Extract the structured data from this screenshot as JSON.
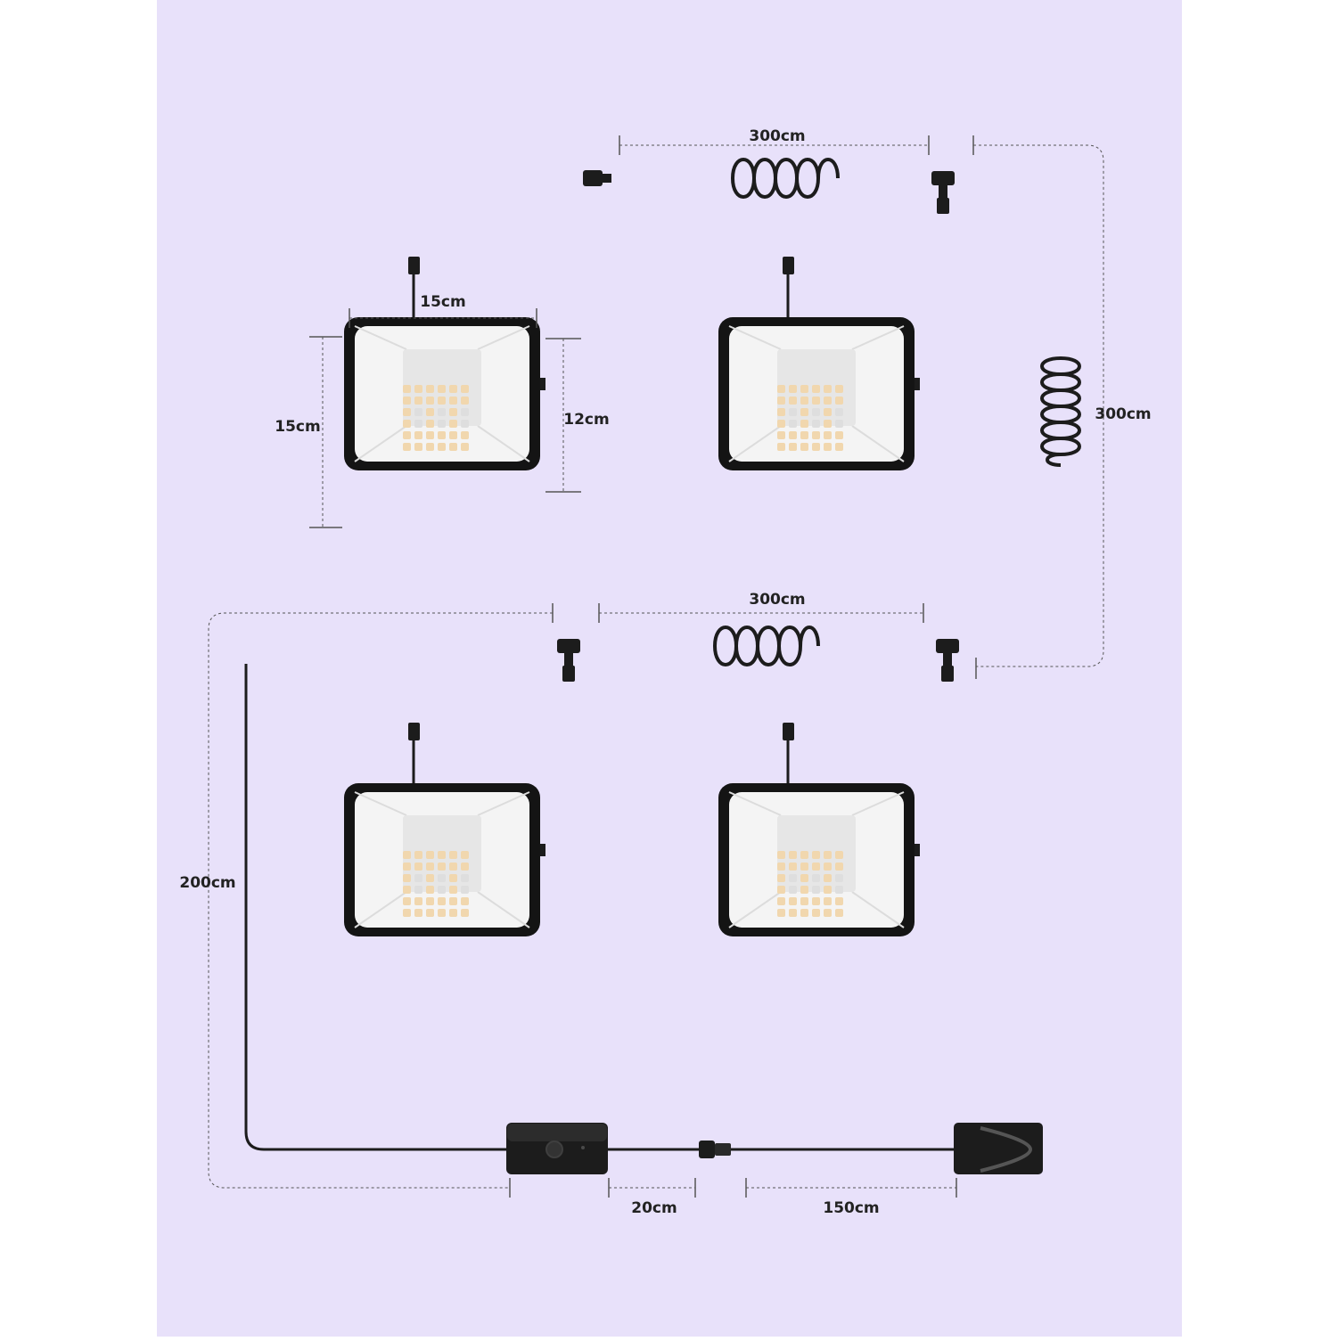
{
  "colors": {
    "background": "#e8e1fa",
    "cable": "#1c1c1c",
    "lamp_frame": "#141414",
    "lamp_face": "#f4f4f4",
    "led_warm": "#f1d7ae",
    "led_cool": "#dedede",
    "accent_blue": "#2d6bd6",
    "dim_line": "#555555"
  },
  "dimensions": {
    "top_cable": "300cm",
    "right_cable": "300cm",
    "middle_cable": "300cm",
    "lamp_width": "15cm",
    "lamp_height": "15cm",
    "lamp_inner_height": "12cm",
    "left_cable": "200cm",
    "switch_cable": "20cm",
    "adapter_cable": "150cm"
  }
}
